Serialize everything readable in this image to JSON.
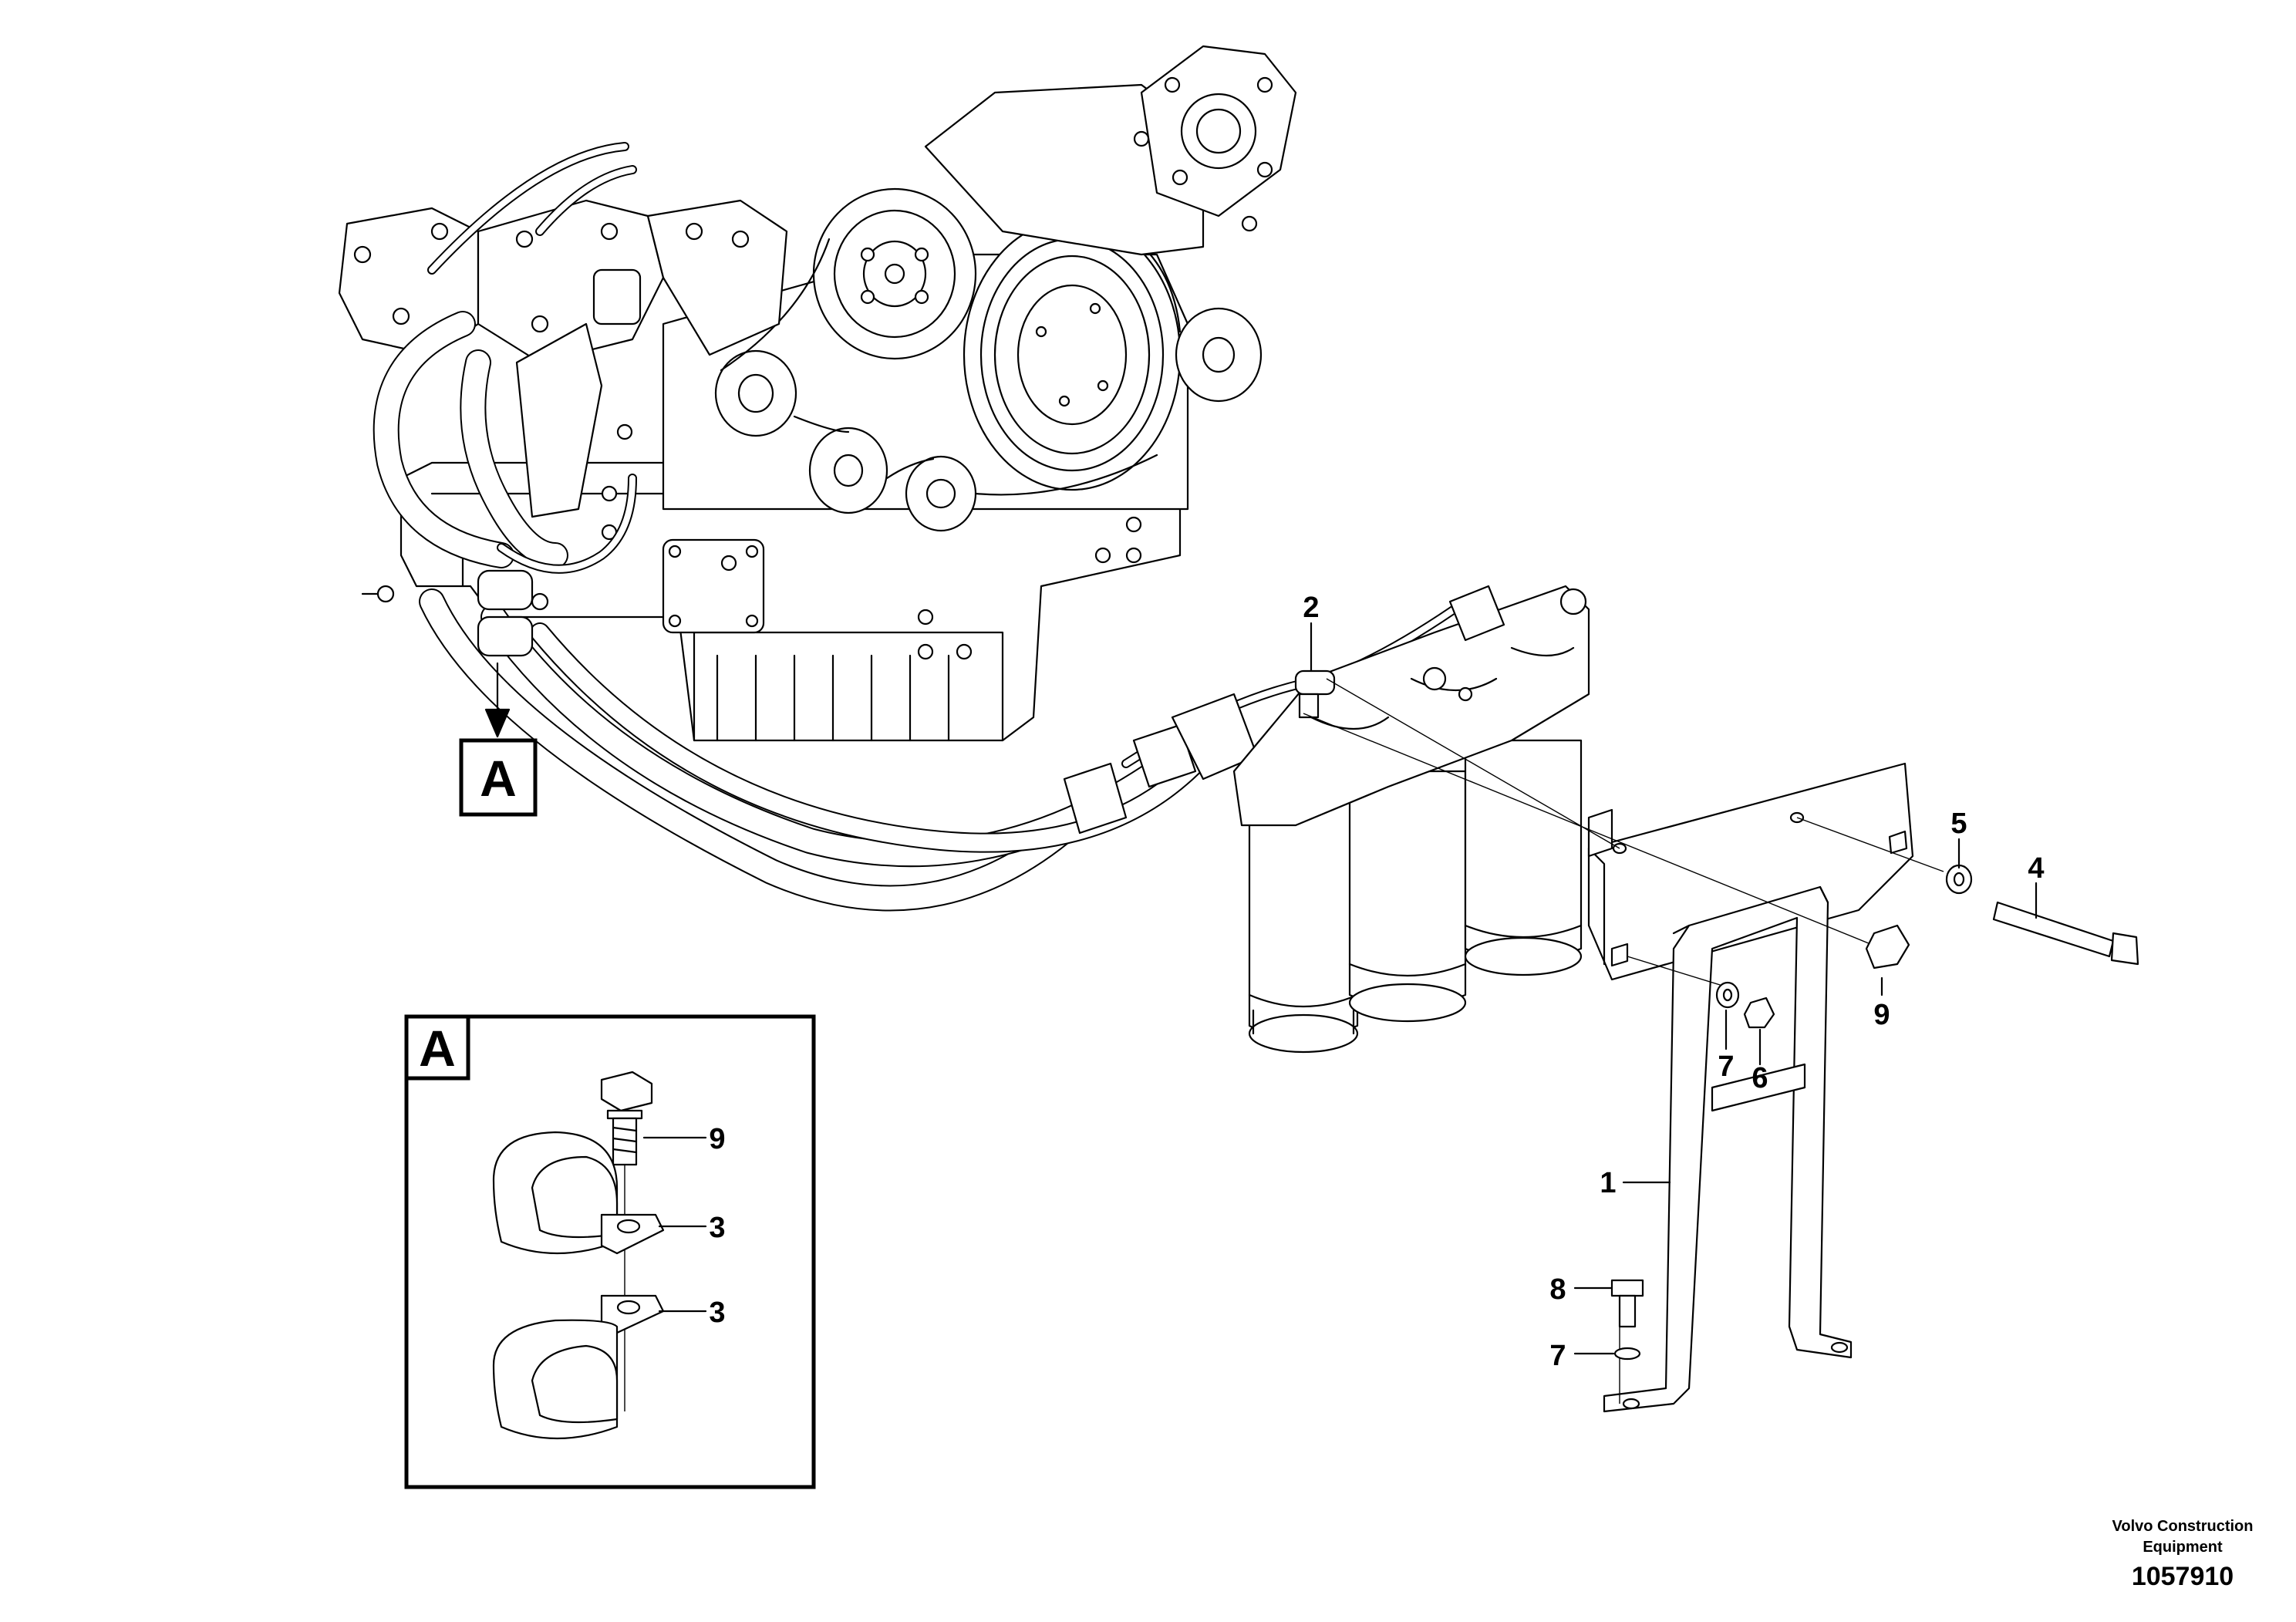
{
  "callouts": {
    "c1": "1",
    "c2": "2",
    "c3a": "3",
    "c3b": "3",
    "c4": "4",
    "c5": "5",
    "c6": "6",
    "c7a": "7",
    "c7b": "7",
    "c8": "8",
    "c9a": "9",
    "c9b": "9"
  },
  "detail_view": {
    "marker_label": "A",
    "box_label": "A"
  },
  "footer": {
    "company_line1": "Volvo Construction",
    "company_line2": "Equipment",
    "drawing_number": "1057910"
  }
}
